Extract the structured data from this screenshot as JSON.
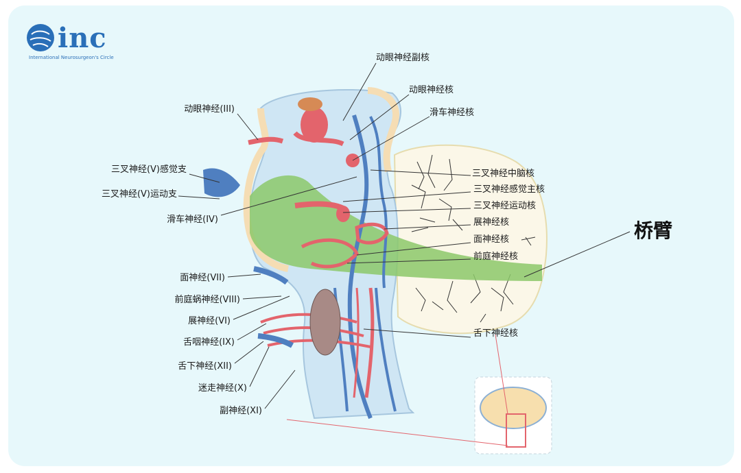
{
  "logo": {
    "word": "inc",
    "subtitle": "International Neurosurgeon's Circle"
  },
  "highlight_label": "桥臂",
  "right_labels": [
    "动眼神经副核",
    "动眼神经核",
    "滑车神经核",
    "三叉神经中脑核",
    "三叉神经感觉主核",
    "三叉神经运动核",
    "展神经核",
    "面神经核",
    "前庭神经核",
    "舌下神经核"
  ],
  "left_labels": [
    "动眼神经(III)",
    "三叉神经(V)感觉支",
    "三叉神经(V)运动支",
    "滑车神经(IV)",
    "面神经(VII)",
    "前庭蜗神经(VIII)",
    "展神经(VI)",
    "舌咽神经(IX)",
    "舌下神经(XII)",
    "迷走神经(X)",
    "副神经(XI)"
  ],
  "colors": {
    "background": "#e7f8fb",
    "nerve_red": "#e3646c",
    "nerve_blue": "#4f7fc0",
    "pons_green": "#8cc86a",
    "cerebellum": "#fbf7e8",
    "brainstem": "#cfe6f4"
  }
}
